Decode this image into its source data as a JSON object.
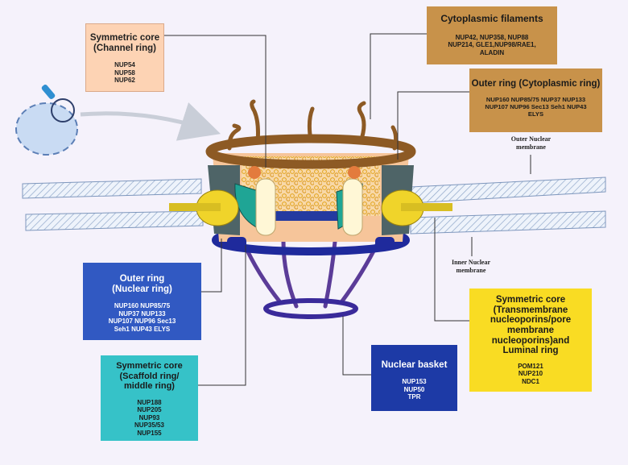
{
  "colors": {
    "background": "#f5f2fb",
    "peach": "#fdd3b4",
    "brown": "#c8924a",
    "blue": "#3159c2",
    "teal": "#36c2c8",
    "navy": "#1d3aa6",
    "yellow": "#f9dc23",
    "ring_brown": "#8d5a24",
    "basket_purple": "#5b3c98",
    "nuclear_ring_navy": "#1f2a9c"
  },
  "boxes": {
    "channel_ring": {
      "title": "Symmetric core\n(Channel ring)",
      "proteins": "NUP54\nNUP58\nNUP62"
    },
    "cyto_filaments": {
      "title": "Cytoplasmic filaments",
      "proteins": "NUP42, NUP358, NUP88\nNUP214, GLE1,NUP98/RAE1,\nALADIN"
    },
    "outer_cyto": {
      "title": "Outer ring (Cytoplasmic ring)",
      "proteins": "NUP160 NUP85/75 NUP37 NUP133\nNUP107 NUP96 Sec13 Seh1 NUP43\nELYS"
    },
    "outer_nuclear": {
      "title": "Outer ring\n(Nuclear ring)",
      "proteins": "NUP160 NUP85/75\nNUP37 NUP133\nNUP107 NUP96 Sec13\nSeh1 NUP43 ELYS"
    },
    "scaffold": {
      "title": "Symmetric core\n(Scaffold ring/\nmiddle ring)",
      "proteins": "NUP188\nNUP205\nNUP93\nNUP35/53\nNUP155"
    },
    "basket": {
      "title": "Nuclear basket",
      "proteins": "NUP153\nNUP50\nTPR"
    },
    "transmembrane": {
      "title": "Symmetric core\n(Transmembrane\nnucleoporins/pore\nmembrane\nnucleoporins)and\nLuminal ring",
      "proteins": "POM121\nNUP210\nNDC1"
    }
  },
  "labels": {
    "outer_membrane": "Outer Nuclear\nmembrane",
    "inner_membrane": "Inner Nuclear\nmembrane"
  },
  "icons": {
    "zoom": "magnifier-icon",
    "cell": "cell-icon",
    "arrow": "zoom-arrow-icon"
  }
}
